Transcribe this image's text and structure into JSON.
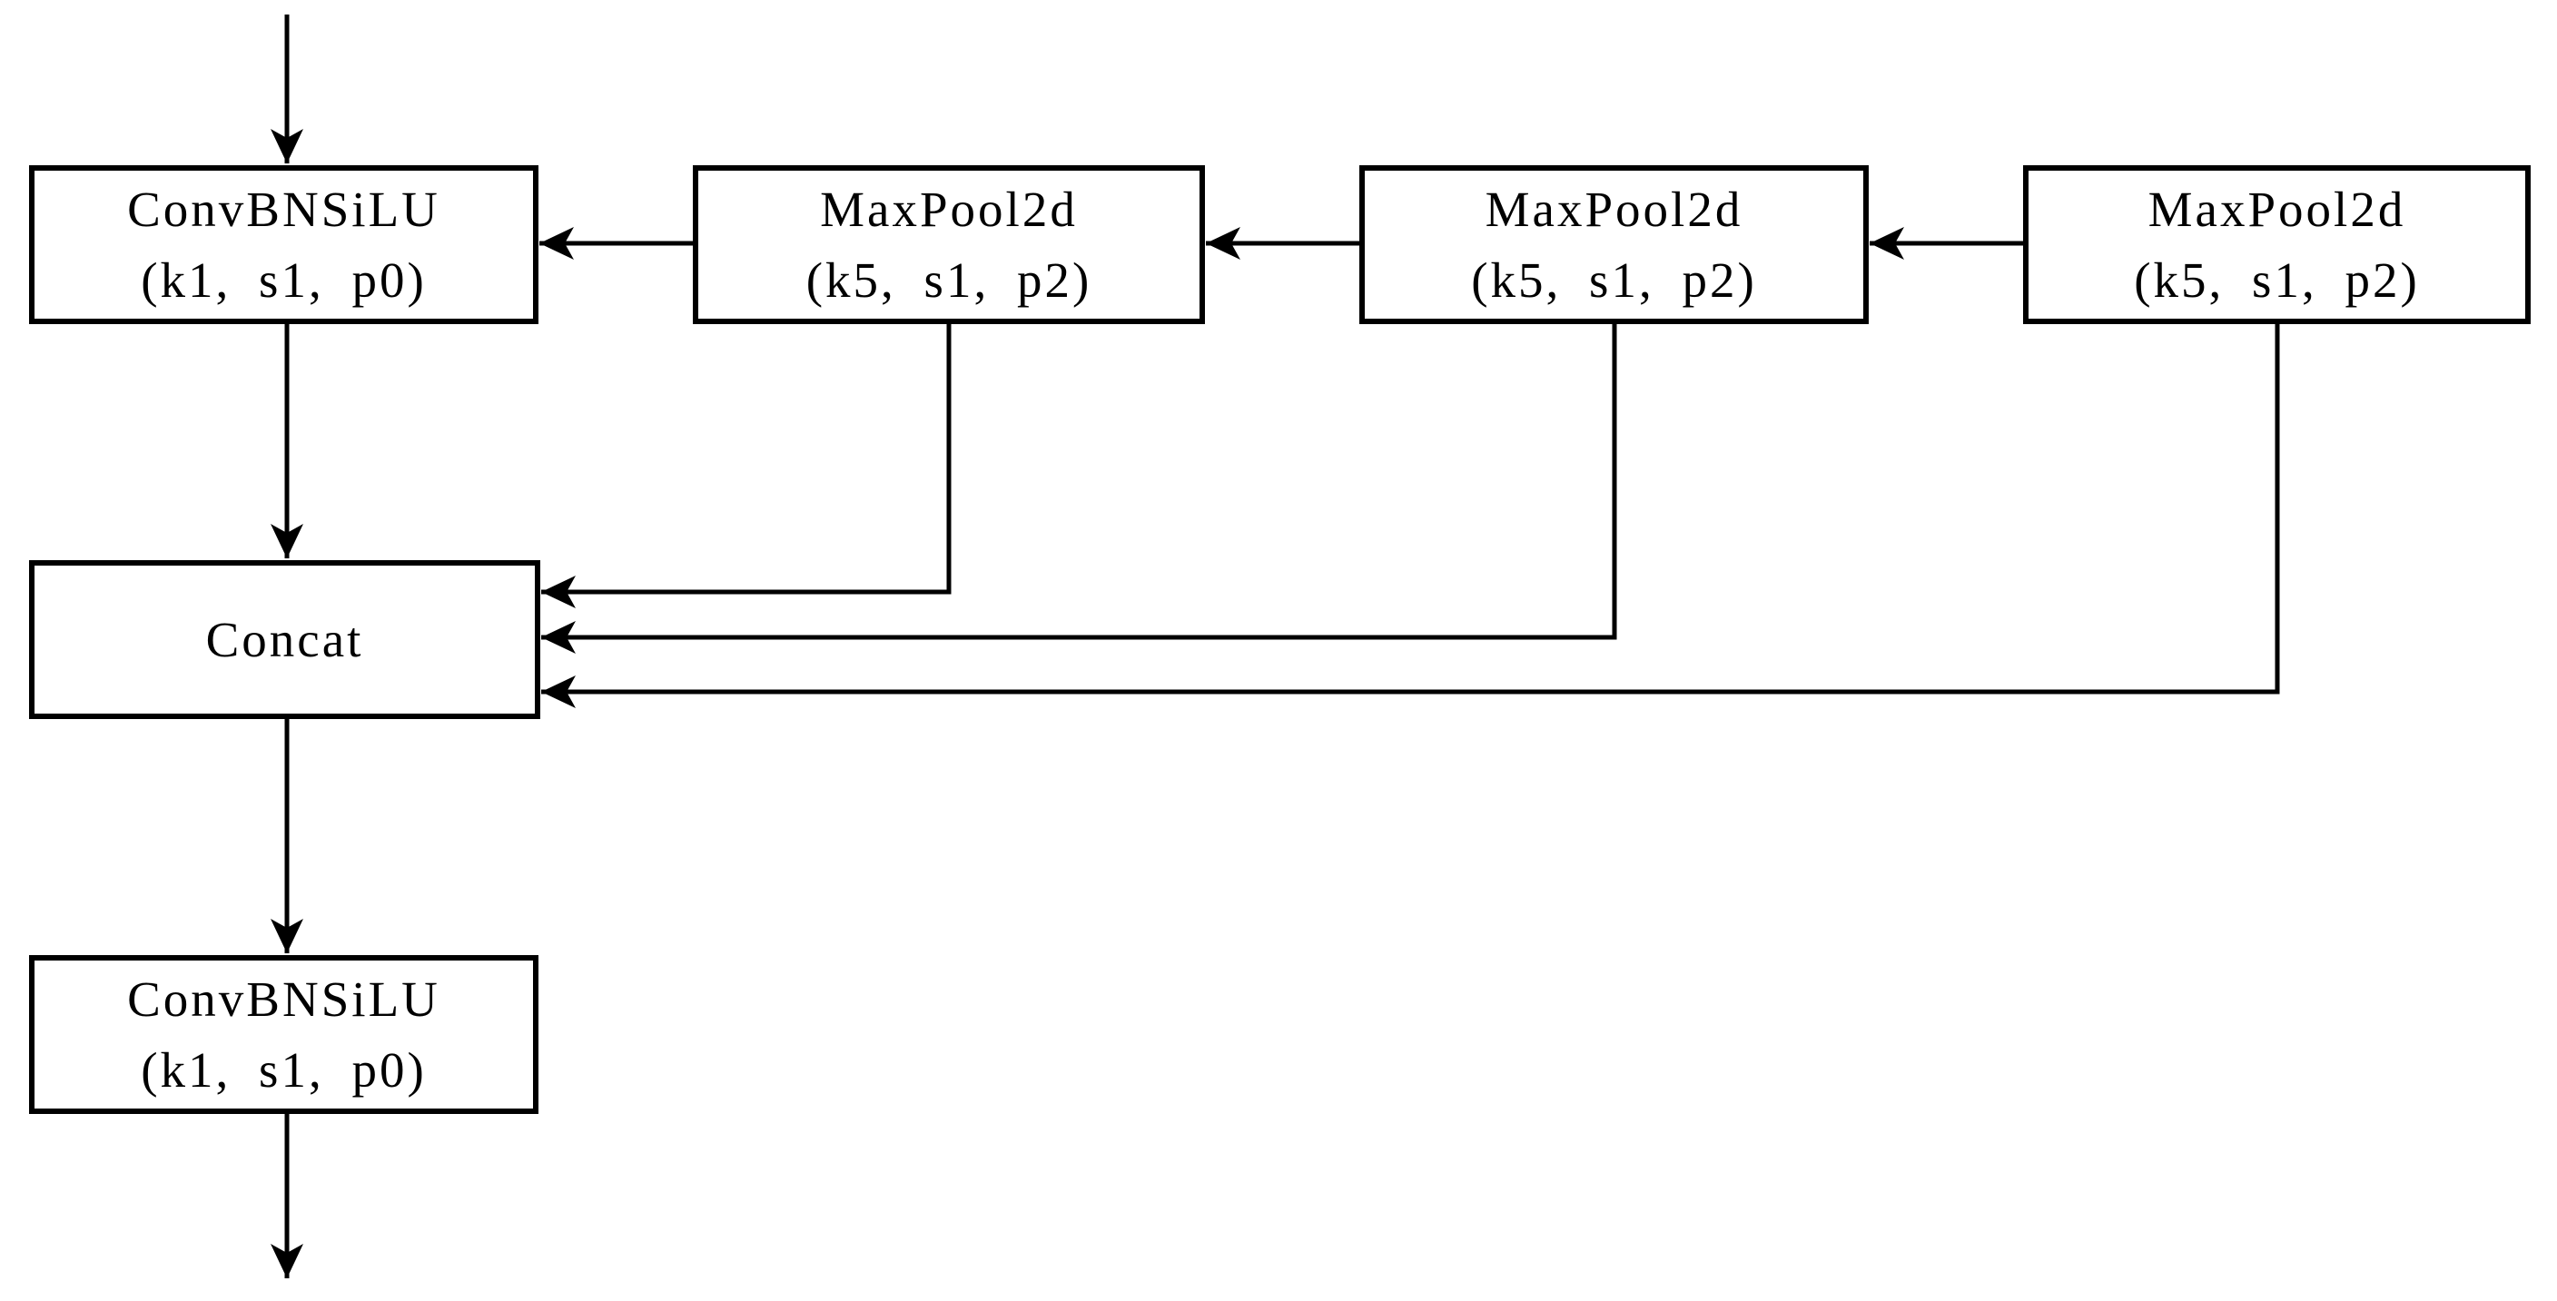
{
  "diagram_type": "neural-network-block-diagram",
  "nodes": {
    "conv_top": {
      "name": "ConvBNSiLU",
      "params": "(k1, s1, p0)"
    },
    "maxpool_1": {
      "name": "MaxPool2d",
      "params": "(k5, s1, p2)"
    },
    "maxpool_2": {
      "name": "MaxPool2d",
      "params": "(k5, s1, p2)"
    },
    "maxpool_3": {
      "name": "MaxPool2d",
      "params": "(k5, s1, p2)"
    },
    "concat": {
      "name": "Concat"
    },
    "conv_bottom": {
      "name": "ConvBNSiLU",
      "params": "(k1, s1, p0)"
    }
  },
  "edges": [
    {
      "from": "input",
      "to": "conv_top",
      "style": "arrow-down"
    },
    {
      "from": "maxpool_1",
      "to": "conv_top",
      "style": "arrow-left"
    },
    {
      "from": "maxpool_2",
      "to": "maxpool_1",
      "style": "arrow-left"
    },
    {
      "from": "maxpool_3",
      "to": "maxpool_2",
      "style": "arrow-left"
    },
    {
      "from": "conv_top",
      "to": "concat",
      "style": "arrow-down"
    },
    {
      "from": "maxpool_1",
      "to": "concat",
      "style": "elbow-down-left"
    },
    {
      "from": "maxpool_2",
      "to": "concat",
      "style": "elbow-down-left"
    },
    {
      "from": "maxpool_3",
      "to": "concat",
      "style": "elbow-down-left"
    },
    {
      "from": "concat",
      "to": "conv_bottom",
      "style": "arrow-down"
    },
    {
      "from": "conv_bottom",
      "to": "output",
      "style": "arrow-down"
    }
  ],
  "colors": {
    "background": "#ffffff",
    "node_fill": "#ffffff",
    "node_border": "#000000",
    "line": "#000000",
    "text": "#000000"
  }
}
